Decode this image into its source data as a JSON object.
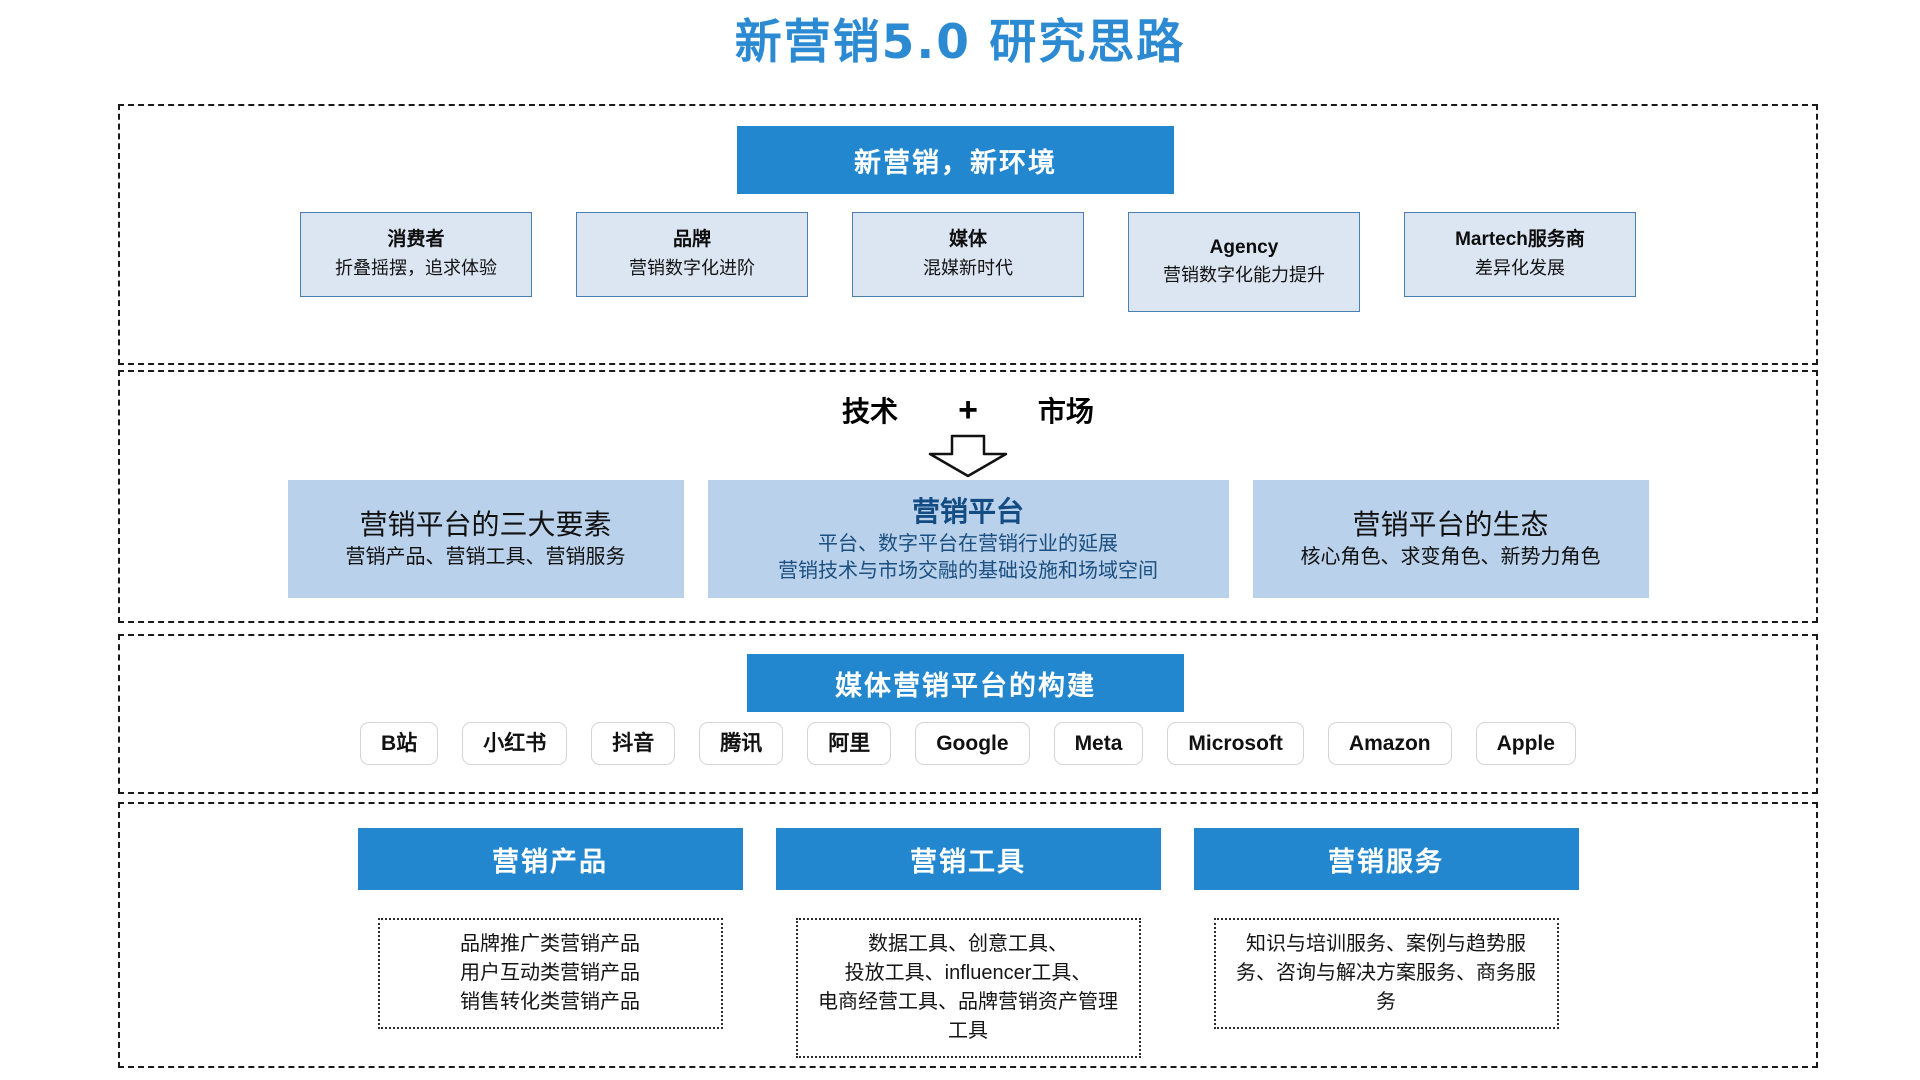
{
  "page": {
    "title": "新营销5.0 研究思路",
    "title_color": "#2B8AD1",
    "accent_blue": "#2287CE",
    "card_blue": "#DCE6F3",
    "platform_blue": "#B9D1EA"
  },
  "section_environment": {
    "banner": "新营销，新环境",
    "roles": [
      {
        "title": "消费者",
        "sub": "折叠摇摆，追求体验"
      },
      {
        "title": "品牌",
        "sub": "营销数字化进阶"
      },
      {
        "title": "媒体",
        "sub": "混媒新时代"
      },
      {
        "title": "Agency",
        "sub": "营销数字化能力提升"
      },
      {
        "title": "Martech服务商",
        "sub": "差异化发展"
      }
    ]
  },
  "section_platform": {
    "formula": {
      "left": "技术",
      "operator": "+",
      "right": "市场"
    },
    "boxes": [
      {
        "title": "营销平台的三大要素",
        "sub": "营销产品、营销工具、营销服务",
        "highlight": false
      },
      {
        "title": "营销平台",
        "sub": "平台、数字平台在营销行业的延展\n营销技术与市场交融的基础设施和场域空间",
        "highlight": true
      },
      {
        "title": "营销平台的生态",
        "sub": "核心角色、求变角色、新势力角色",
        "highlight": false
      }
    ]
  },
  "section_media": {
    "banner": "媒体营销平台的构建",
    "chips": [
      "B站",
      "小红书",
      "抖音",
      "腾讯",
      "阿里",
      "Google",
      "Meta",
      "Microsoft",
      "Amazon",
      "Apple"
    ]
  },
  "section_pillars": {
    "pillars": [
      {
        "head": "营销产品",
        "body": "品牌推广类营销产品\n用户互动类营销产品\n销售转化类营销产品"
      },
      {
        "head": "营销工具",
        "body": "数据工具、创意工具、\n投放工具、influencer工具、\n电商经营工具、品牌营销资产管理工具"
      },
      {
        "head": "营销服务",
        "body": "知识与培训服务、案例与趋势服务、咨询与解决方案服务、商务服务"
      }
    ]
  }
}
